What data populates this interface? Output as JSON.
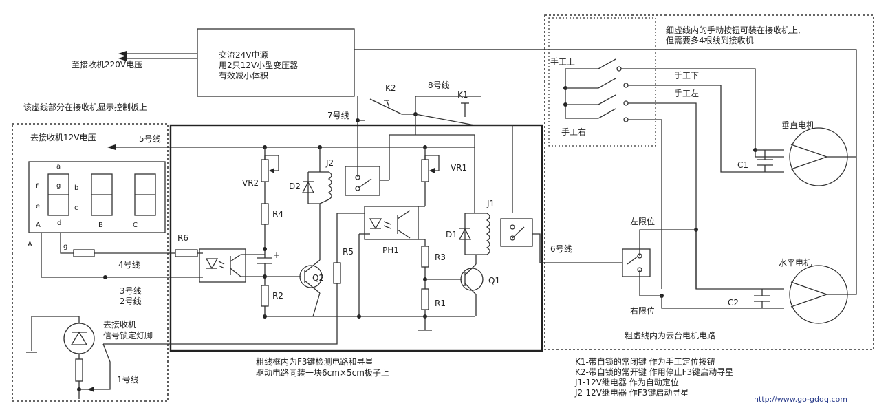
{
  "power_box": {
    "line1": "交流24V电源",
    "line2": "用2只12V小型变压器",
    "line3": "有效减小体积"
  },
  "to_receiver_220v": "至接收机220V电压",
  "dashed_left_note": "该虚线部分在接收机显示控制板上",
  "to_receiver_12v": "去接收机12V电压",
  "wires": {
    "w1": "1号线",
    "w2": "2号线",
    "w3": "3号线",
    "w4": "4号线",
    "w5": "5号线",
    "w6": "6号线",
    "w7": "7号线",
    "w8": "8号线"
  },
  "display": {
    "seg_labels": [
      "a",
      "b",
      "c",
      "d",
      "e",
      "f",
      "g",
      "g"
    ],
    "digit_labels": [
      "A",
      "B",
      "C"
    ],
    "outer_label": "A"
  },
  "signal_lamp": {
    "line1": "去接收机",
    "line2": "信号锁定灯脚"
  },
  "components": {
    "r6": "R6",
    "vr2": "VR2",
    "r4": "R4",
    "r2": "R2",
    "d2": "D2",
    "j2": "J2",
    "q2": "Q2",
    "r5": "R5",
    "ph1": "PH1",
    "vr1": "VR1",
    "d1": "D1",
    "j1": "J1",
    "r3": "R3",
    "r1": "R1",
    "q1": "Q1",
    "k1": "K1",
    "k2": "K2",
    "c1": "C1",
    "c2": "C2",
    "plus": "+"
  },
  "manual_note": {
    "line1": "细虚线内的手动按钮可装在接收机上,",
    "line2": "但需要多4根线到接收机"
  },
  "manual_buttons": {
    "up": "手工上",
    "down": "手工下",
    "left": "手工左",
    "right": "手工右"
  },
  "motors": {
    "vertical": "垂直电机",
    "horizontal": "水平电机"
  },
  "limits": {
    "left": "左限位",
    "right": "右限位"
  },
  "ptz_note": "粗虚线内为云台电机电路",
  "board_note": {
    "line1": "粗线框内为F3键检测电路和寻星",
    "line2": "驱动电路同装一块6cm×5cm板子上"
  },
  "legend": [
    "K1-带自锁的常闭键  作为手工定位按钮",
    "K2-带自锁的常开键  作用停止F3键启动寻星",
    "J1-12V继电器  作为自动定位",
    "J2-12V继电器  作F3键启动寻星"
  ],
  "url": "http://www.go-gddq.com"
}
